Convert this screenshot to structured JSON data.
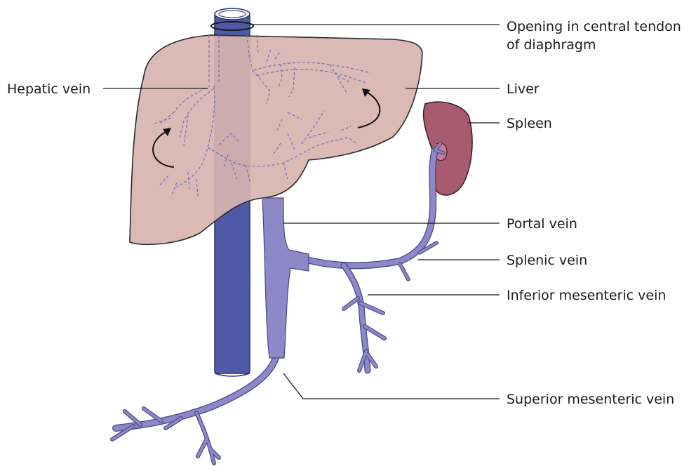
{
  "diagram": {
    "labels": {
      "opening_line1": "Opening in central tendon",
      "opening_line2": "of diaphragm",
      "hepatic_vein": "Hepatic vein",
      "liver": "Liver",
      "spleen": "Spleen",
      "portal_vein": "Portal vein",
      "splenic_vein": "Splenic vein",
      "inferior_mesenteric_vein": "Inferior mesenteric vein",
      "superior_mesenteric_vein": "Superior mesenteric vein"
    },
    "colors": {
      "liver": "#d8b3ae",
      "liver_outline": "#2a2a2a",
      "ivc": "#4f5aa6",
      "portal_system": "#8e87c8",
      "spleen": "#a85a70",
      "hepatic_dashes": "#6f6fb8"
    }
  }
}
